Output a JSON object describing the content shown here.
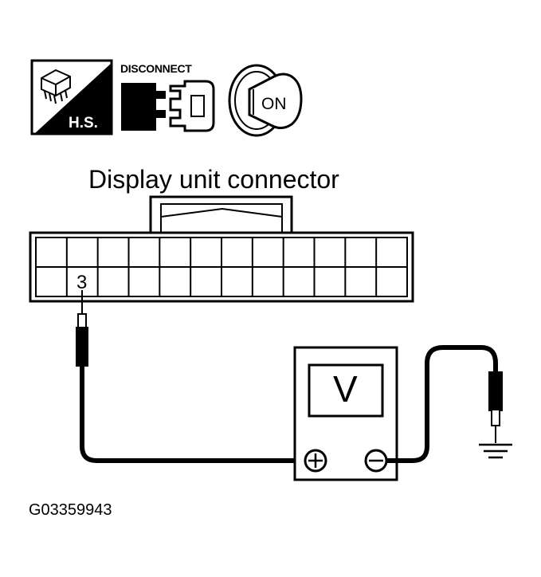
{
  "icons": {
    "harness_service_label": "H.S.",
    "disconnect_label": "DISCONNECT",
    "ignition_label": "ON"
  },
  "connector": {
    "title": "Display unit connector",
    "rows": 2,
    "cols": 12,
    "probed_pin": "3"
  },
  "meter": {
    "unit_symbol": "V",
    "positive_symbol": "+",
    "negative_symbol": "−"
  },
  "figure_id": "G03359943"
}
